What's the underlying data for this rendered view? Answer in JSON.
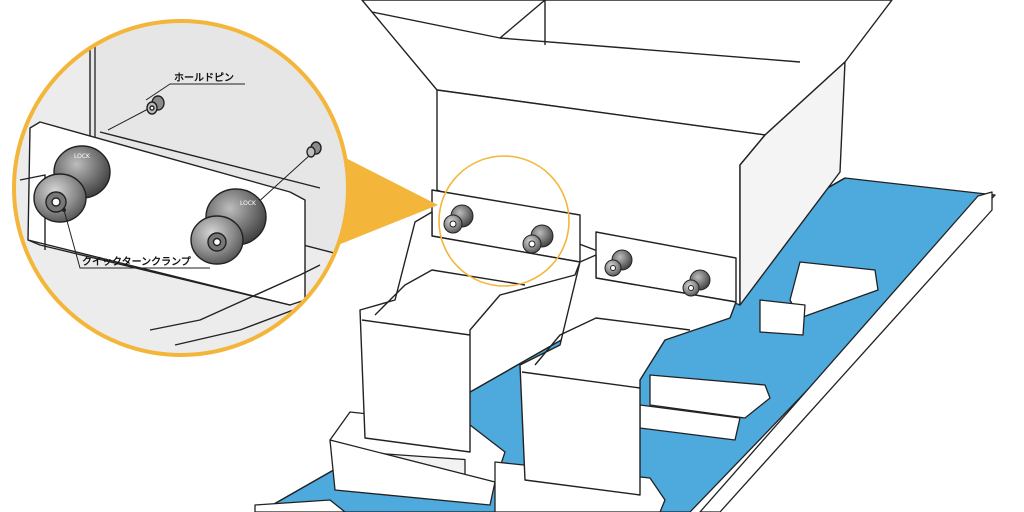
{
  "callouts": {
    "hold_pin": "ホールドピン",
    "quick_clamp": "クイックターンクランプ"
  },
  "knob_marking": "LOCK",
  "colors": {
    "conveyor": "#4ea9dc",
    "magnifier_ring": "#f3b63a",
    "hopper_fill": "#ffffff",
    "detail_background": "#ececec",
    "outline": "#222222"
  },
  "icons": [
    "magnifier-circle-icon",
    "quick-turn-clamp-icon",
    "hold-pin-icon"
  ]
}
